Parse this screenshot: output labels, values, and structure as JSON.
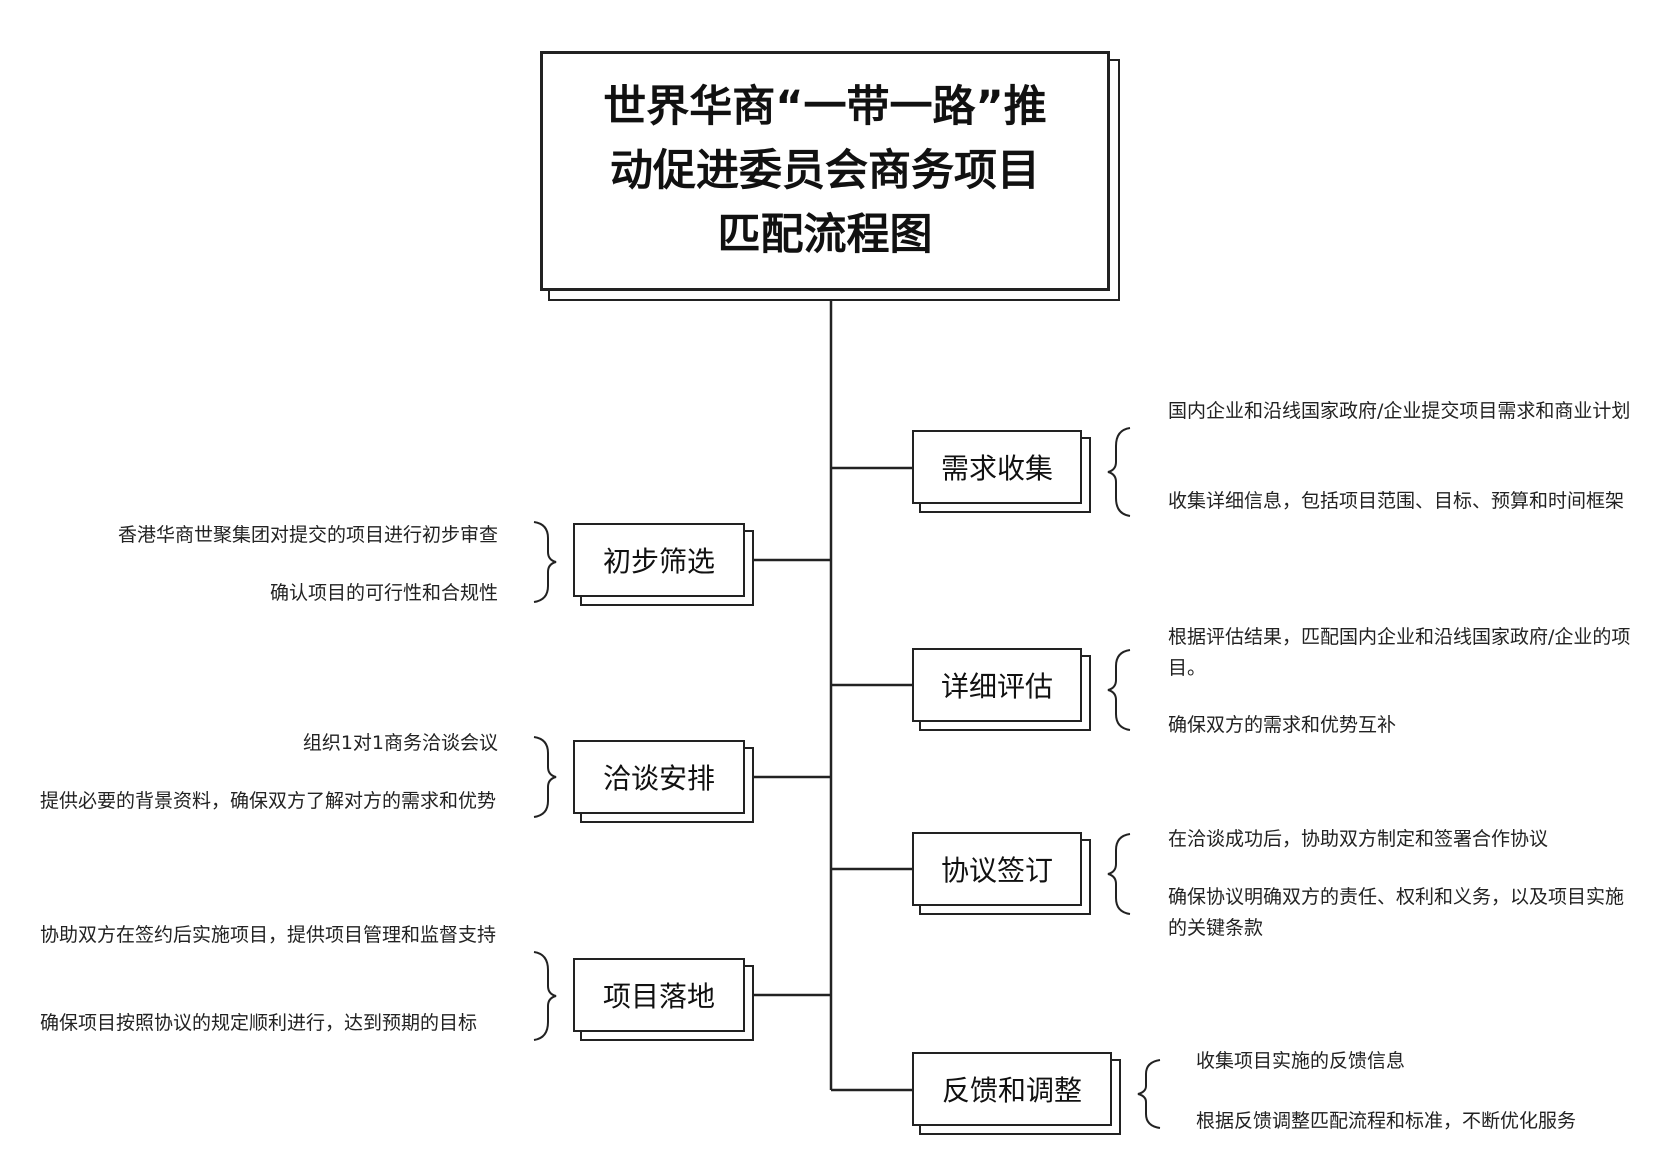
{
  "title": "世界华商“一带一路”推\n动促进委员会商务项目\n匹配流程图",
  "steps_right": [
    {
      "label": "需求收集",
      "notes": [
        "国内企业和沿线国家政府/企业提交项目需求和商业计划",
        "收集详细信息，包括项目范围、目标、预算和时间框架"
      ]
    },
    {
      "label": "详细评估",
      "notes": [
        "根据评估结果，匹配国内企业和沿线国家政府/企业的项目。",
        "确保双方的需求和优势互补"
      ]
    },
    {
      "label": "协议签订",
      "notes": [
        "在洽谈成功后，协助双方制定和签署合作协议",
        "确保协议明确双方的责任、权利和义务，以及项目实施的关键条款"
      ]
    },
    {
      "label": "反馈和调整",
      "notes": [
        "收集项目实施的反馈信息",
        "根据反馈调整匹配流程和标准，不断优化服务"
      ]
    }
  ],
  "steps_left": [
    {
      "label": "初步筛选",
      "notes": [
        "香港华商世聚集团对提交的项目进行初步审查",
        "确认项目的可行性和合规性"
      ]
    },
    {
      "label": "洽谈安排",
      "notes": [
        "组织1对1商务洽谈会议",
        "提供必要的背景资料，确保双方了解对方的需求和优势"
      ]
    },
    {
      "label": "项目落地",
      "notes": [
        "协助双方在签约后实施项目，提供项目管理和监督支持",
        "确保项目按照协议的规定顺利进行，达到预期的目标"
      ]
    }
  ]
}
